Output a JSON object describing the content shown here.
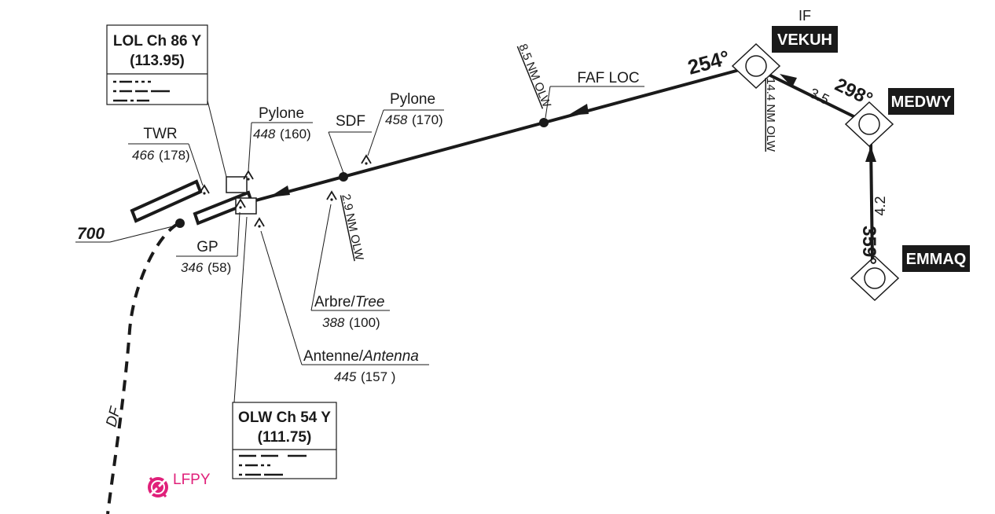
{
  "waypoints": {
    "vekuh": {
      "name": "VEKUH",
      "role": "IF"
    },
    "medwy": {
      "name": "MEDWY"
    },
    "emmaq": {
      "name": "EMMAQ"
    }
  },
  "courses": {
    "final": "254°",
    "medwy_to_vekuh": "298°",
    "emmaq_to_medwy": "359°"
  },
  "distances": {
    "medwy_vekuh": "3.5",
    "emmaq_medwy": "4.2",
    "vekuh_dme": "14.4 NM OLW",
    "faf_dme": "8.5 NM OLW",
    "sdf_dme": "2.9 NM OLW"
  },
  "fixes": {
    "faf": "FAF LOC",
    "sdf": "SDF"
  },
  "navaids": {
    "lol": {
      "ident": "LOL Ch 86 Y",
      "freq": "(113.95)"
    },
    "olw": {
      "ident": "OLW Ch 54 Y",
      "freq": "(111.75)"
    }
  },
  "obstacles": {
    "twr": {
      "name": "TWR",
      "elev": "466",
      "height": "(178)"
    },
    "pylone1": {
      "name": "Pylone",
      "elev": "448",
      "height": "(160)"
    },
    "pylone2": {
      "name": "Pylone",
      "elev": "458",
      "height": "(170)"
    },
    "gp": {
      "name": "GP",
      "elev": "346",
      "height": "(58)"
    },
    "arbre": {
      "name_fr": "Arbre/",
      "name_en": "Tree",
      "elev": "388",
      "height": "(100)"
    },
    "antenne": {
      "name_fr": "Antenne/",
      "name_en": "Antenna",
      "elev": "445",
      "height": "(157 )"
    }
  },
  "altitude": "700",
  "departure": "DF",
  "aerodrome": "LFPY",
  "colors": {
    "ink": "#1a1a1a",
    "aerodrome": "#e0207a"
  }
}
